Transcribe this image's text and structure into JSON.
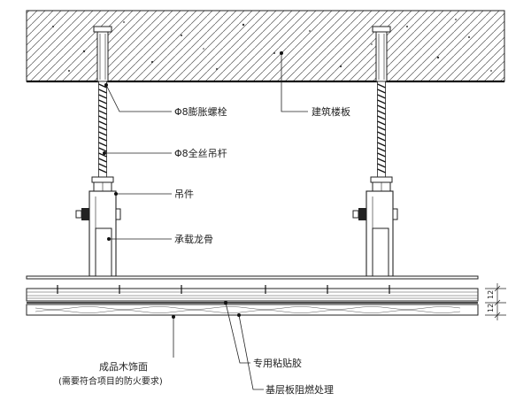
{
  "labels": {
    "expansion_bolt": "Φ8膨胀螺栓",
    "floor_slab": "建筑楼板",
    "threaded_rod": "Φ8全丝吊杆",
    "hanger": "吊件",
    "main_keel": "承载龙骨",
    "wood_finish": "成品木饰面",
    "wood_finish_note": "(需要符合项目的防火要求)",
    "adhesive": "专用粘贴胶",
    "base_board": "基层板阻燃处理"
  },
  "dimensions": {
    "dim_top": "12",
    "dim_bottom": "12"
  }
}
